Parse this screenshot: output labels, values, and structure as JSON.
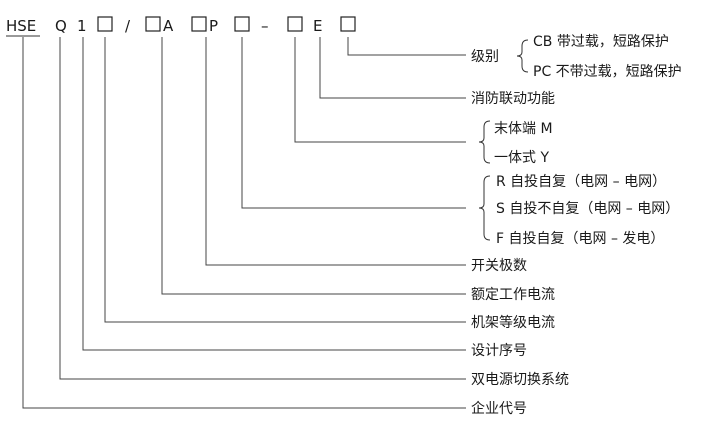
{
  "model_code": {
    "prefix": "HSE",
    "q": "Q",
    "one": "1",
    "slash": "/",
    "a": "A",
    "p": "P",
    "dash": "–",
    "e": "E"
  },
  "labels": {
    "level_cb": "CB 带过载，短路保护",
    "level_pc": "PC 不带过载，短路保护",
    "level_title": "级别",
    "fire": "消防联动功能",
    "terminal_m": "末体端 M",
    "integrated_y": "一体式 Y",
    "mode_r": "R 自投自复（电网 – 电网）",
    "mode_s": "S 自投不自复（电网 – 电网）",
    "mode_f": "F 自投自复（电网 – 发电）",
    "poles": "开关极数",
    "rated_current": "额定工作电流",
    "frame_current": "机架等级电流",
    "design_no": "设计序号",
    "dual_power": "双电源切换系统",
    "company_code": "企业代号"
  }
}
